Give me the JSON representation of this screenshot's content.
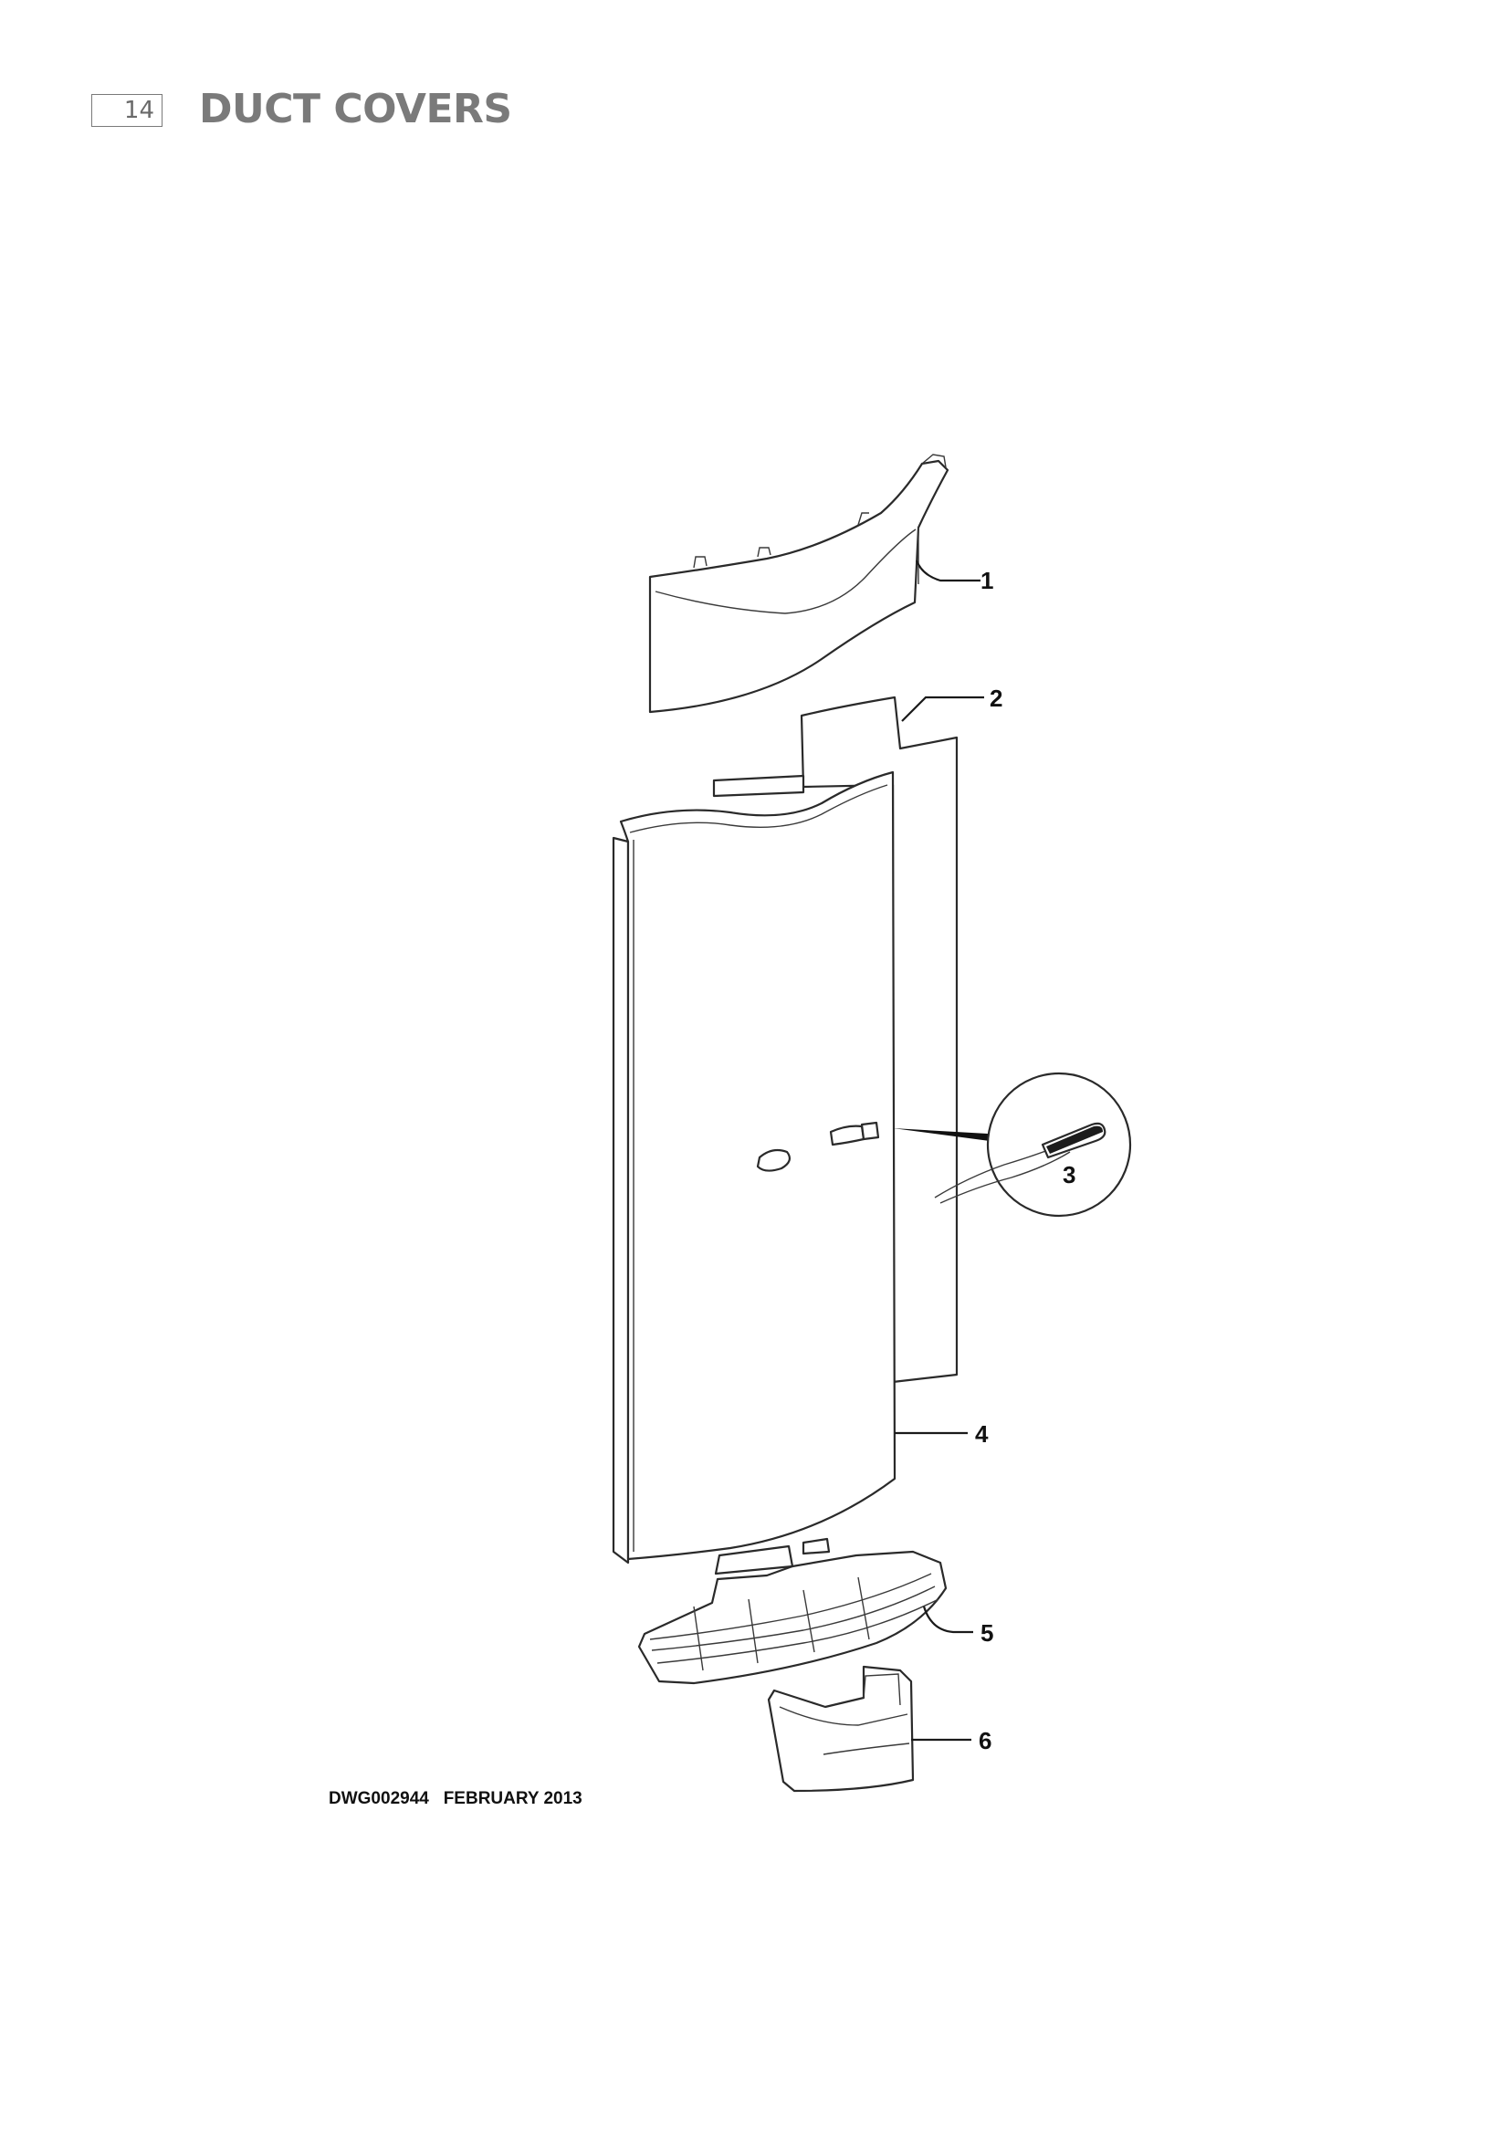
{
  "header": {
    "page_number": "14",
    "title": "DUCT COVERS"
  },
  "diagram": {
    "callouts": [
      "1",
      "2",
      "3",
      "4",
      "5",
      "6"
    ],
    "caption": {
      "drawing_id": "DWG002944",
      "date": "FEBRUARY 2013"
    }
  }
}
